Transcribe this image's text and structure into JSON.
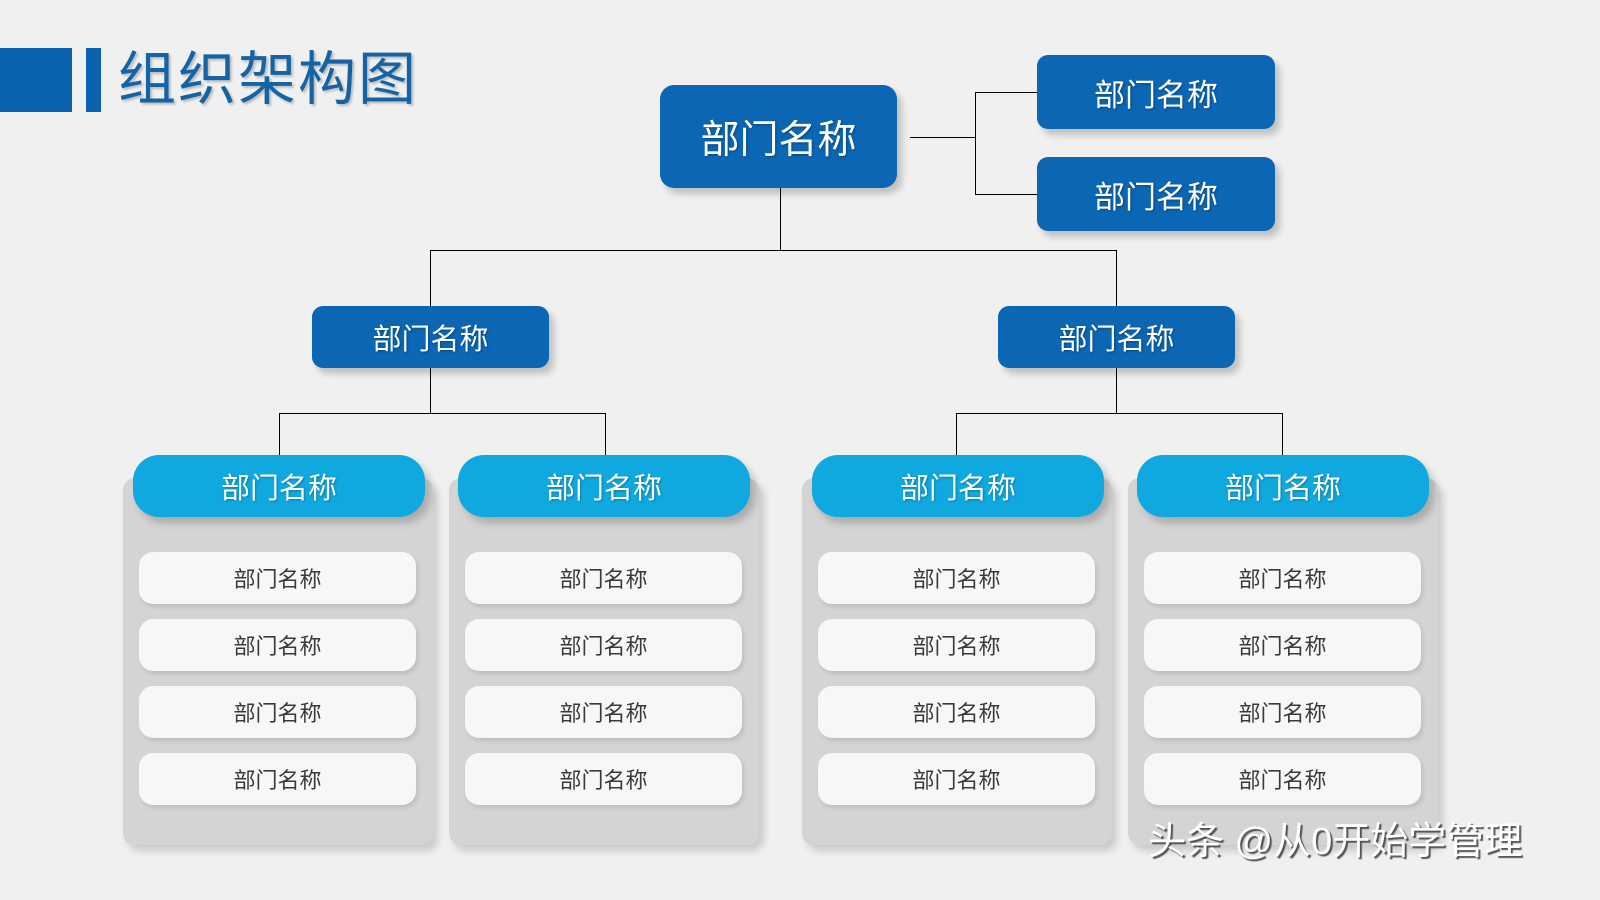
{
  "page": {
    "title": "组织架构图",
    "background_color": "#f0f0f0",
    "accent_blue": "#0b66b4",
    "accent_cyan": "#0fa9e0",
    "panel_gray": "#d4d4d4",
    "item_white": "#f7f7f7",
    "title_color": "#1464a5"
  },
  "chart_data": {
    "type": "diagram",
    "subtype": "org-chart",
    "title": "组织架构图",
    "node_label": "部门名称",
    "levels": 3,
    "root": {
      "label": "部门名称"
    },
    "side_branch": [
      {
        "label": "部门名称"
      },
      {
        "label": "部门名称"
      }
    ],
    "mid": [
      {
        "label": "部门名称"
      },
      {
        "label": "部门名称"
      }
    ],
    "columns": [
      {
        "header": "部门名称",
        "items": [
          "部门名称",
          "部门名称",
          "部门名称",
          "部门名称"
        ]
      },
      {
        "header": "部门名称",
        "items": [
          "部门名称",
          "部门名称",
          "部门名称",
          "部门名称"
        ]
      },
      {
        "header": "部门名称",
        "items": [
          "部门名称",
          "部门名称",
          "部门名称",
          "部门名称"
        ]
      },
      {
        "header": "部门名称",
        "items": [
          "部门名称",
          "部门名称",
          "部门名称",
          "部门名称"
        ]
      }
    ]
  },
  "watermark": {
    "text": "头条 @从0开始学管理"
  }
}
